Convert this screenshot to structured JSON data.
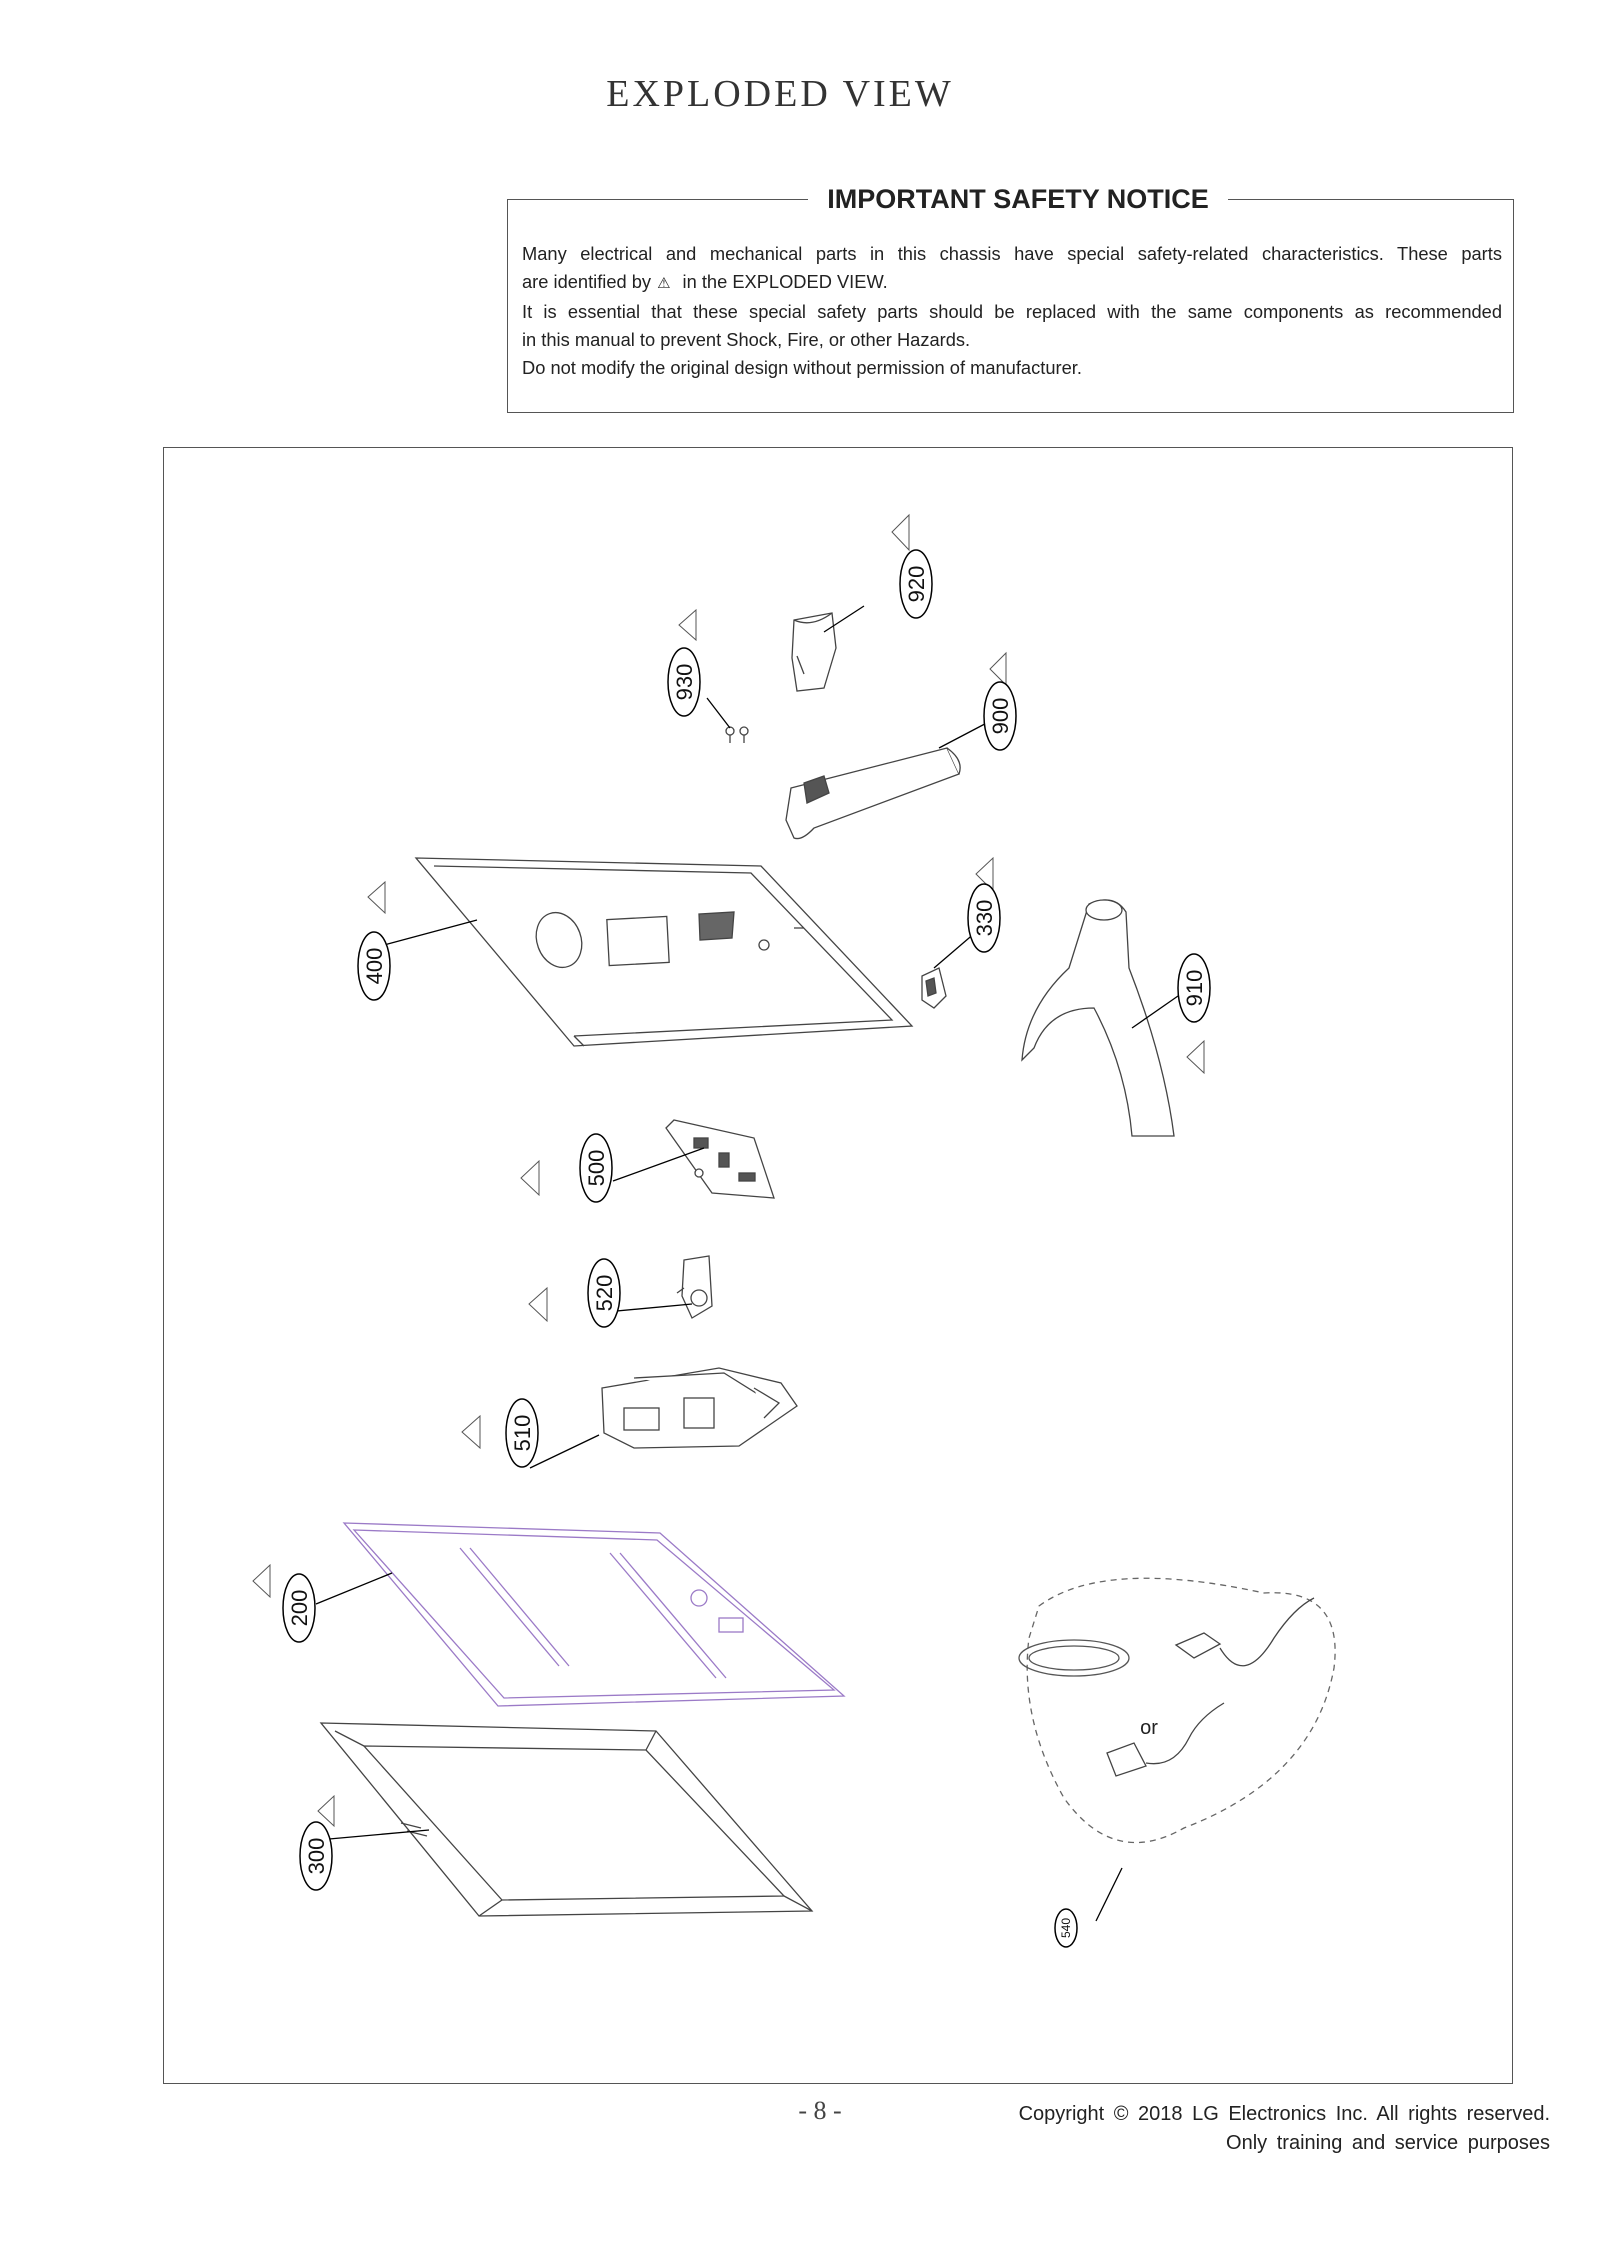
{
  "page": {
    "title": "EXPLODED  VIEW",
    "page_number": "- 8 -"
  },
  "notice": {
    "title": "IMPORTANT SAFETY NOTICE",
    "line1": "Many electrical and mechanical parts in this chassis have special safety-related characteristics. These parts",
    "line2_before": "are identified by",
    "line2_symbol": "⚠",
    "line2_after": "in the  EXPLODED VIEW.",
    "line3": "It is essential that these special safety parts should be replaced with the same components as recommended",
    "line4": "in this manual to prevent Shock, Fire, or other Hazards.",
    "line5": "Do not modify the original design without permission of manufacturer."
  },
  "diagram": {
    "labels": {
      "p920": "920",
      "p930": "930",
      "p900": "900",
      "p400": "400",
      "p330": "330",
      "p910": "910",
      "p500": "500",
      "p520": "520",
      "p510": "510",
      "p200": "200",
      "p300": "300",
      "p540": "540"
    },
    "or_text": "or"
  },
  "footer": {
    "copyright_line1": "Copyright © 2018 LG Electronics Inc. All rights reserved.",
    "copyright_line2": "Only training and service purposes"
  }
}
